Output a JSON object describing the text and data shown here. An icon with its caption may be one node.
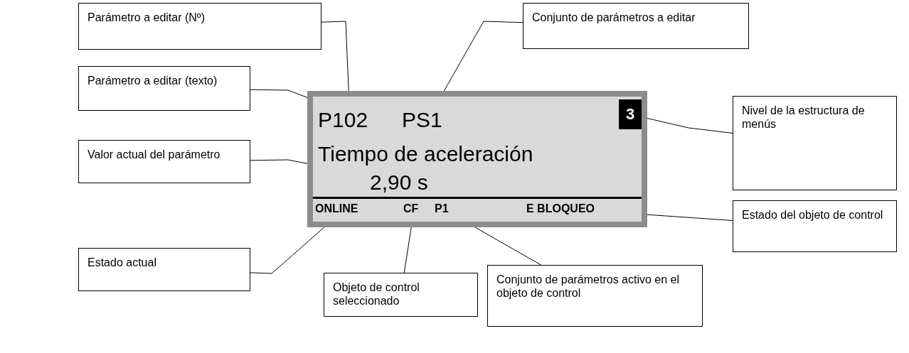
{
  "diagram": {
    "nodes": [
      {
        "text": [],
        "shape": "box"
      },
      {
        "text": [
          "P102"
        ],
        "in": 0
      },
      {
        "text": [
          "PS1"
        ],
        "in": 0
      },
      {
        "text": [
          "3"
        ],
        "in": 0
      },
      {
        "text": [
          "Tiempo de aceleración"
        ],
        "in": 0
      },
      {
        "text": [
          "2,90 s"
        ],
        "in": 0
      },
      {
        "text": [
          "ONLINE"
        ],
        "in": 0
      },
      {
        "text": [
          "CF"
        ],
        "in": 0
      },
      {
        "text": [
          "P1"
        ],
        "in": 0
      },
      {
        "text": [
          "E BLOQUEO"
        ],
        "in": 0
      },
      {
        "text": [
          "Parámetro a editar (Nº)"
        ]
      },
      {
        "text": [
          "Conjunto de parámetros a editar"
        ]
      },
      {
        "text": [
          "Parámetro a editar (texto)"
        ]
      },
      {
        "text": [
          "Nivel de la estructura de menús"
        ]
      },
      {
        "text": [
          "Valor actual del parámetro"
        ]
      },
      {
        "text": [
          "Estado del objeto de control"
        ]
      },
      {
        "text": [
          "Estado actual"
        ]
      },
      {
        "text": [
          "Objeto de control seleccionado"
        ]
      },
      {
        "text": [
          "Conjunto de parámetros activo en el objeto de control"
        ]
      }
    ],
    "edges": [
      {
        "from": 10,
        "to": 1,
        "arrow": "none"
      },
      {
        "from": 11,
        "to": 2,
        "arrow": "none"
      },
      {
        "from": 12,
        "to": 4,
        "arrow": "none"
      },
      {
        "from": 13,
        "to": 3,
        "arrow": "none"
      },
      {
        "from": 14,
        "to": 5,
        "arrow": "none"
      },
      {
        "from": 15,
        "to": 9,
        "arrow": "none"
      },
      {
        "from": 16,
        "to": 6,
        "arrow": "none"
      },
      {
        "from": 17,
        "to": 7,
        "arrow": "none"
      },
      {
        "from": 18,
        "to": 8,
        "arrow": "none"
      }
    ]
  }
}
